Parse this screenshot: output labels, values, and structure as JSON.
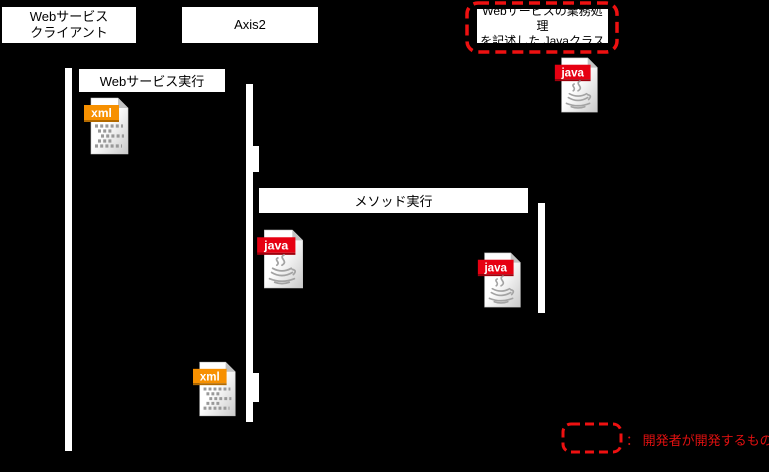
{
  "colors": {
    "background": "#000000",
    "box_bg": "#ffffff",
    "box_text": "#000000",
    "annotation_red": "#ee1111",
    "legend_text_red": "#e01010",
    "xml_banner_orange": "#f79000",
    "java_banner_red": "#e60012",
    "lifeline_white": "#ffffff"
  },
  "participants": {
    "client": {
      "line1": "Webサービス",
      "line2": "クライアント"
    },
    "axis2": {
      "label": "Axis2"
    },
    "java_class": {
      "line1": "Webサービスの業務処理",
      "line2": "を記述した Javaクラス"
    }
  },
  "activations": {
    "exec_web_service_label": "Webサービス実行",
    "exec_method_label": "メソッド実行"
  },
  "file_icons": {
    "xml_label": "xml",
    "java_label": "java"
  },
  "legend": {
    "note": "： 開発者が開発するもの"
  }
}
